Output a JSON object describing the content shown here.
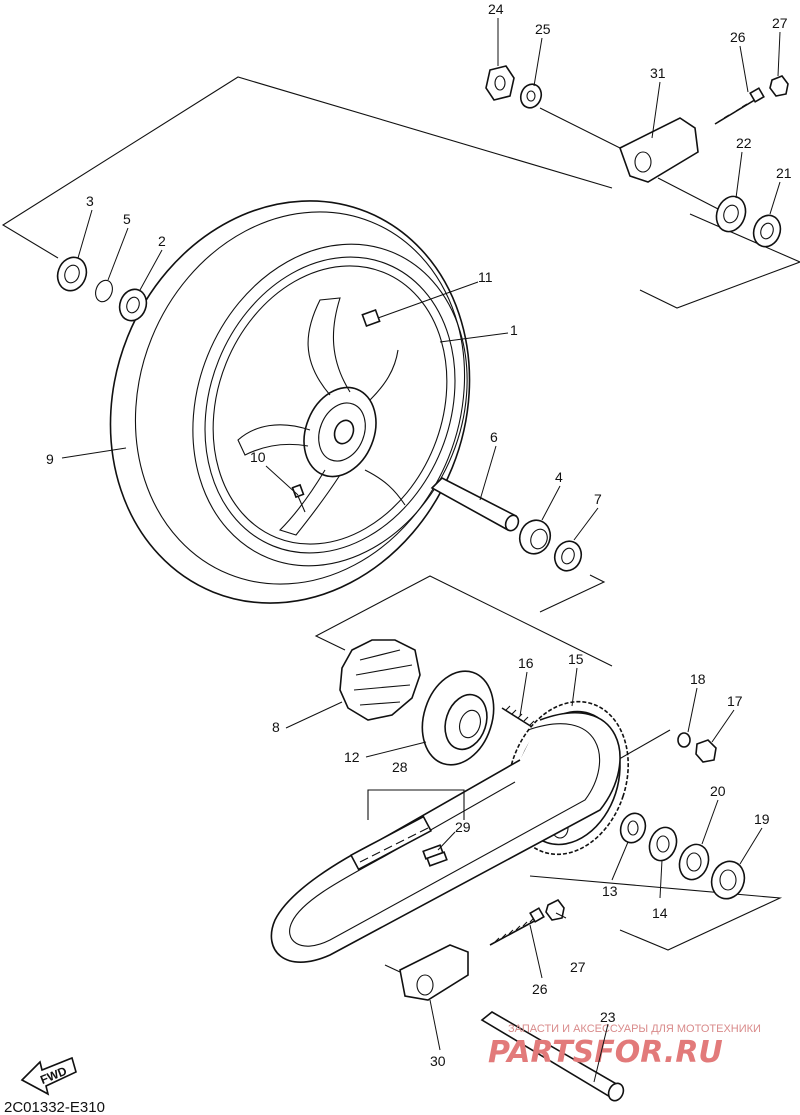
{
  "diagram_code": "2C01332-E310",
  "fwd_label": "FWD",
  "watermark": {
    "line1": "ЗАПАСТИ И АКСЕССУАРЫ ДЛЯ МОТОТЕХНИКИ",
    "line2": "PARTSFOR.RU"
  },
  "callouts": [
    {
      "id": "p1",
      "label": "1"
    },
    {
      "id": "p2",
      "label": "2"
    },
    {
      "id": "p3",
      "label": "3"
    },
    {
      "id": "p4",
      "label": "4"
    },
    {
      "id": "p5",
      "label": "5"
    },
    {
      "id": "p6",
      "label": "6"
    },
    {
      "id": "p7",
      "label": "7"
    },
    {
      "id": "p8",
      "label": "8"
    },
    {
      "id": "p9",
      "label": "9"
    },
    {
      "id": "p10",
      "label": "10"
    },
    {
      "id": "p11",
      "label": "11"
    },
    {
      "id": "p12",
      "label": "12"
    },
    {
      "id": "p13",
      "label": "13"
    },
    {
      "id": "p14",
      "label": "14"
    },
    {
      "id": "p15",
      "label": "15"
    },
    {
      "id": "p16",
      "label": "16"
    },
    {
      "id": "p17",
      "label": "17"
    },
    {
      "id": "p18",
      "label": "18"
    },
    {
      "id": "p19",
      "label": "19"
    },
    {
      "id": "p20",
      "label": "20"
    },
    {
      "id": "p21",
      "label": "21"
    },
    {
      "id": "p22",
      "label": "22"
    },
    {
      "id": "p23",
      "label": "23"
    },
    {
      "id": "p24",
      "label": "24"
    },
    {
      "id": "p25",
      "label": "25"
    },
    {
      "id": "p26a",
      "label": "26"
    },
    {
      "id": "p26b",
      "label": "26"
    },
    {
      "id": "p27a",
      "label": "27"
    },
    {
      "id": "p27b",
      "label": "27"
    },
    {
      "id": "p28",
      "label": "28"
    },
    {
      "id": "p29",
      "label": "29"
    },
    {
      "id": "p30",
      "label": "30"
    },
    {
      "id": "p31",
      "label": "31"
    }
  ]
}
